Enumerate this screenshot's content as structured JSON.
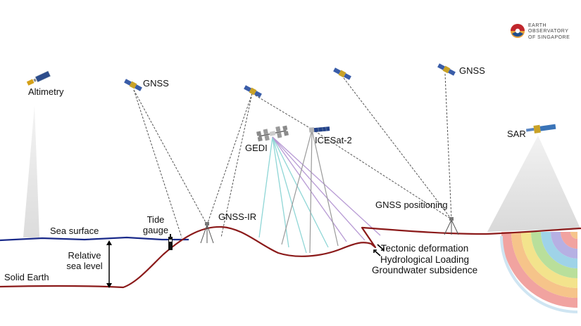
{
  "logo": {
    "line1": "EARTH",
    "line2": "OBSERVATORY",
    "line3": "OF SINGAPORE",
    "colors": [
      "#c0262d",
      "#e8a03a",
      "#1f4e8c"
    ]
  },
  "labels": {
    "altimetry": "Altimetry",
    "gnss_left": "GNSS",
    "gnss_right": "GNSS",
    "gedi": "GEDI",
    "icesat2": "ICESat-2",
    "sar": "SAR",
    "sea_surface": "Sea surface",
    "tide_gauge_1": "Tide",
    "tide_gauge_2": "gauge",
    "gnss_ir": "GNSS-IR",
    "gnss_positioning": "GNSS positioning",
    "relative_sea_level_1": "Relative",
    "relative_sea_level_2": "sea level",
    "solid_earth": "Solid Earth",
    "tectonic": "Tectonic deformation",
    "hydrological": "Hydrological Loading",
    "groundwater": "Groundwater subsidence"
  },
  "colors": {
    "sea": "#1a2a8a",
    "earth": "#8b1a1a",
    "beam_cyan": "#8fd6d6",
    "beam_purple": "#b79ad4",
    "beam_gray": "#999999",
    "link": "#555555"
  }
}
